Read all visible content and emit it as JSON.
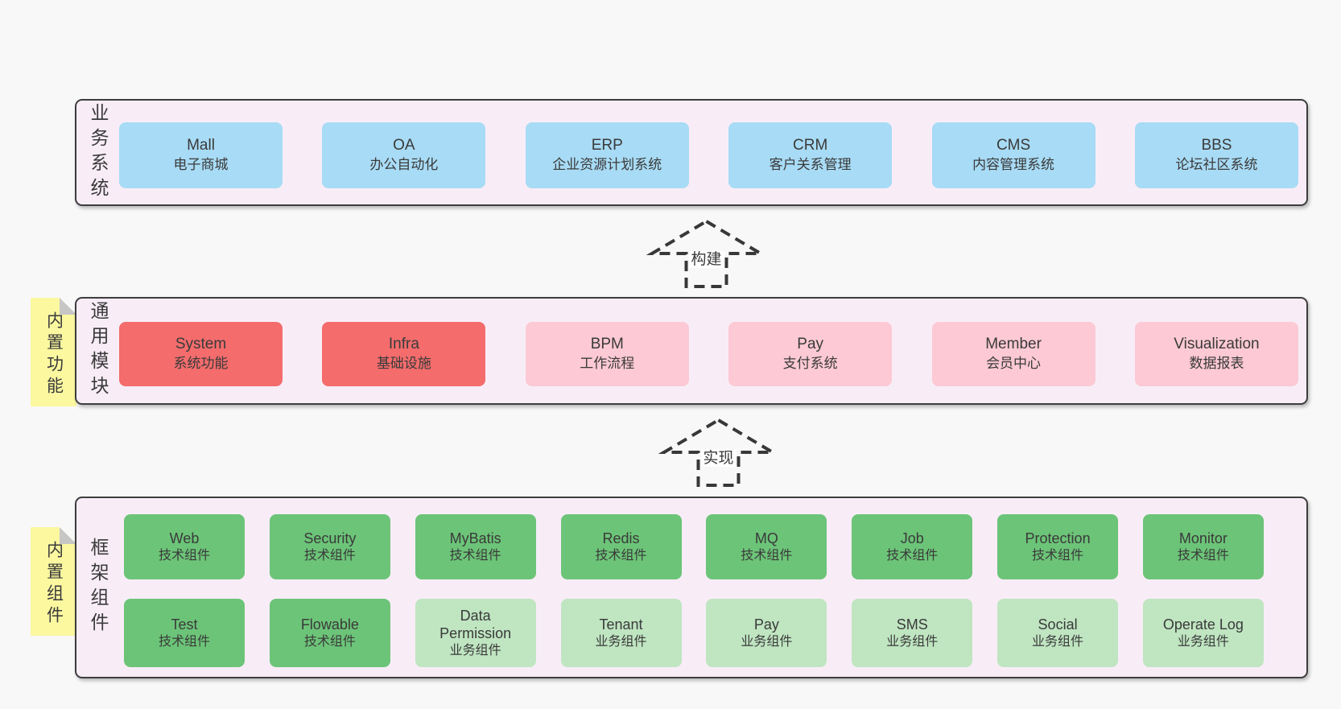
{
  "colors": {
    "page_bg": "#f8f8f8",
    "band_bg": "#f8edf7",
    "band_border": "#3d3d3d",
    "text": "#3a3a3a",
    "blue": "#a8dbf5",
    "red": "#f46c6c",
    "pink": "#fcc9d4",
    "green_dark": "#6cc478",
    "green_light": "#bfe5c1",
    "sticky_yellow": "#fbf8a0",
    "fold_gray": "#c6c6c6",
    "arrow_line": "#383838"
  },
  "arrows": {
    "build": {
      "label": "构建"
    },
    "implement": {
      "label": "实现"
    }
  },
  "bands": {
    "business": {
      "label": "业务系统",
      "items": [
        {
          "name": "Mall",
          "desc": "电子商城",
          "variant": "blue"
        },
        {
          "name": "OA",
          "desc": "办公自动化",
          "variant": "blue"
        },
        {
          "name": "ERP",
          "desc": "企业资源计划系统",
          "variant": "blue"
        },
        {
          "name": "CRM",
          "desc": "客户关系管理",
          "variant": "blue"
        },
        {
          "name": "CMS",
          "desc": "内容管理系统",
          "variant": "blue"
        },
        {
          "name": "BBS",
          "desc": "论坛社区系统",
          "variant": "blue"
        }
      ]
    },
    "modules": {
      "label": "通用模块",
      "sticky": "内置功能",
      "items": [
        {
          "name": "System",
          "desc": "系统功能",
          "variant": "core"
        },
        {
          "name": "Infra",
          "desc": "基础设施",
          "variant": "core"
        },
        {
          "name": "BPM",
          "desc": "工作流程",
          "variant": "optional"
        },
        {
          "name": "Pay",
          "desc": "支付系统",
          "variant": "optional"
        },
        {
          "name": "Member",
          "desc": "会员中心",
          "variant": "optional"
        },
        {
          "name": "Visualization",
          "desc": "数据报表",
          "variant": "optional"
        }
      ]
    },
    "components": {
      "label": "框架组件",
      "sticky": "内置组件",
      "rows": [
        [
          {
            "name": "Web",
            "desc": "技术组件",
            "variant": "tech"
          },
          {
            "name": "Security",
            "desc": "技术组件",
            "variant": "tech"
          },
          {
            "name": "MyBatis",
            "desc": "技术组件",
            "variant": "tech"
          },
          {
            "name": "Redis",
            "desc": "技术组件",
            "variant": "tech"
          },
          {
            "name": "MQ",
            "desc": "技术组件",
            "variant": "tech"
          },
          {
            "name": "Job",
            "desc": "技术组件",
            "variant": "tech"
          },
          {
            "name": "Protection",
            "desc": "技术组件",
            "variant": "tech"
          },
          {
            "name": "Monitor",
            "desc": "技术组件",
            "variant": "tech"
          }
        ],
        [
          {
            "name": "Test",
            "desc": "技术组件",
            "variant": "tech"
          },
          {
            "name": "Flowable",
            "desc": "技术组件",
            "variant": "tech"
          },
          {
            "name": "Data Permission",
            "desc": "业务组件",
            "variant": "biz"
          },
          {
            "name": "Tenant",
            "desc": "业务组件",
            "variant": "biz"
          },
          {
            "name": "Pay",
            "desc": "业务组件",
            "variant": "biz"
          },
          {
            "name": "SMS",
            "desc": "业务组件",
            "variant": "biz"
          },
          {
            "name": "Social",
            "desc": "业务组件",
            "variant": "biz"
          },
          {
            "name": "Operate Log",
            "desc": "业务组件",
            "variant": "biz"
          }
        ]
      ]
    }
  }
}
